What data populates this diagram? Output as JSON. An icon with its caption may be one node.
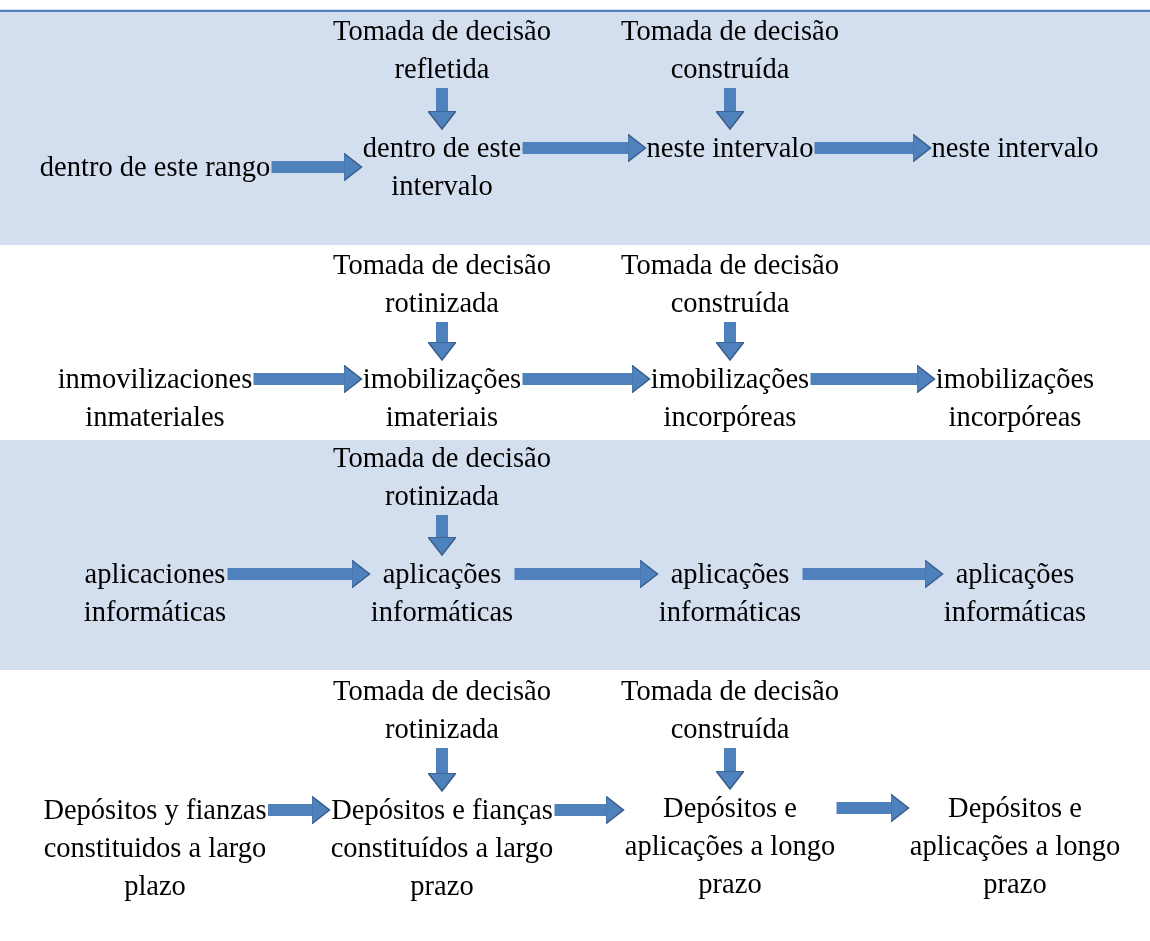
{
  "diagram": {
    "nodes": [
      {
        "text": [],
        "shape": "band"
      },
      {
        "text": [
          "Tomada de decisão refletida"
        ],
        "in": 0
      },
      {
        "text": [
          "Tomada de decisão construída"
        ],
        "in": 0
      },
      {
        "text": [
          "dentro de este rango"
        ],
        "in": 0
      },
      {
        "text": [
          "dentro de este intervalo"
        ],
        "in": 0
      },
      {
        "text": [
          "neste intervalo"
        ],
        "in": 0
      },
      {
        "text": [
          "neste intervalo"
        ],
        "in": 0
      },
      {
        "text": [
          "Tomada de decisão rotinizada"
        ]
      },
      {
        "text": [
          "Tomada de decisão construída"
        ]
      },
      {
        "text": [
          "inmovilizaciones inmateriales"
        ]
      },
      {
        "text": [
          "imobilizações imateriais"
        ]
      },
      {
        "text": [
          "imobilizações incorpóreas"
        ]
      },
      {
        "text": [
          "imobilizações incorpóreas"
        ]
      },
      {
        "text": [],
        "shape": "band"
      },
      {
        "text": [
          "Tomada de decisão rotinizada"
        ],
        "in": 13
      },
      {
        "text": [
          "aplicaciones informáticas"
        ],
        "in": 13
      },
      {
        "text": [
          "aplicações informáticas"
        ],
        "in": 13
      },
      {
        "text": [
          "aplicações informáticas"
        ],
        "in": 13
      },
      {
        "text": [
          "aplicações informáticas"
        ],
        "in": 13
      },
      {
        "text": [
          "Tomada de decisão rotinizada"
        ]
      },
      {
        "text": [
          "Tomada de decisão construída"
        ]
      },
      {
        "text": [
          "Depósitos y fianzas constituidos a largo plazo"
        ]
      },
      {
        "text": [
          "Depósitos e fianças constituídos a largo prazo"
        ]
      },
      {
        "text": [
          "Depósitos e aplicações a longo prazo"
        ]
      },
      {
        "text": [
          "Depósitos e aplicações a longo prazo"
        ]
      }
    ],
    "edges": [
      {
        "from": 1,
        "to": 4,
        "arrow": "to"
      },
      {
        "from": 2,
        "to": 5,
        "arrow": "to"
      },
      {
        "from": 3,
        "to": 4,
        "arrow": "to"
      },
      {
        "from": 4,
        "to": 5,
        "arrow": "to"
      },
      {
        "from": 5,
        "to": 6,
        "arrow": "to"
      },
      {
        "from": 7,
        "to": 10,
        "arrow": "to"
      },
      {
        "from": 8,
        "to": 11,
        "arrow": "to"
      },
      {
        "from": 9,
        "to": 10,
        "arrow": "to"
      },
      {
        "from": 10,
        "to": 11,
        "arrow": "to"
      },
      {
        "from": 11,
        "to": 12,
        "arrow": "to"
      },
      {
        "from": 14,
        "to": 16,
        "arrow": "to"
      },
      {
        "from": 15,
        "to": 16,
        "arrow": "to"
      },
      {
        "from": 16,
        "to": 17,
        "arrow": "to"
      },
      {
        "from": 17,
        "to": 18,
        "arrow": "to"
      },
      {
        "from": 19,
        "to": 22,
        "arrow": "to"
      },
      {
        "from": 20,
        "to": 23,
        "arrow": "to"
      },
      {
        "from": 21,
        "to": 22,
        "arrow": "to"
      },
      {
        "from": 22,
        "to": 23,
        "arrow": "to"
      },
      {
        "from": 23,
        "to": 24,
        "arrow": "to"
      }
    ]
  }
}
